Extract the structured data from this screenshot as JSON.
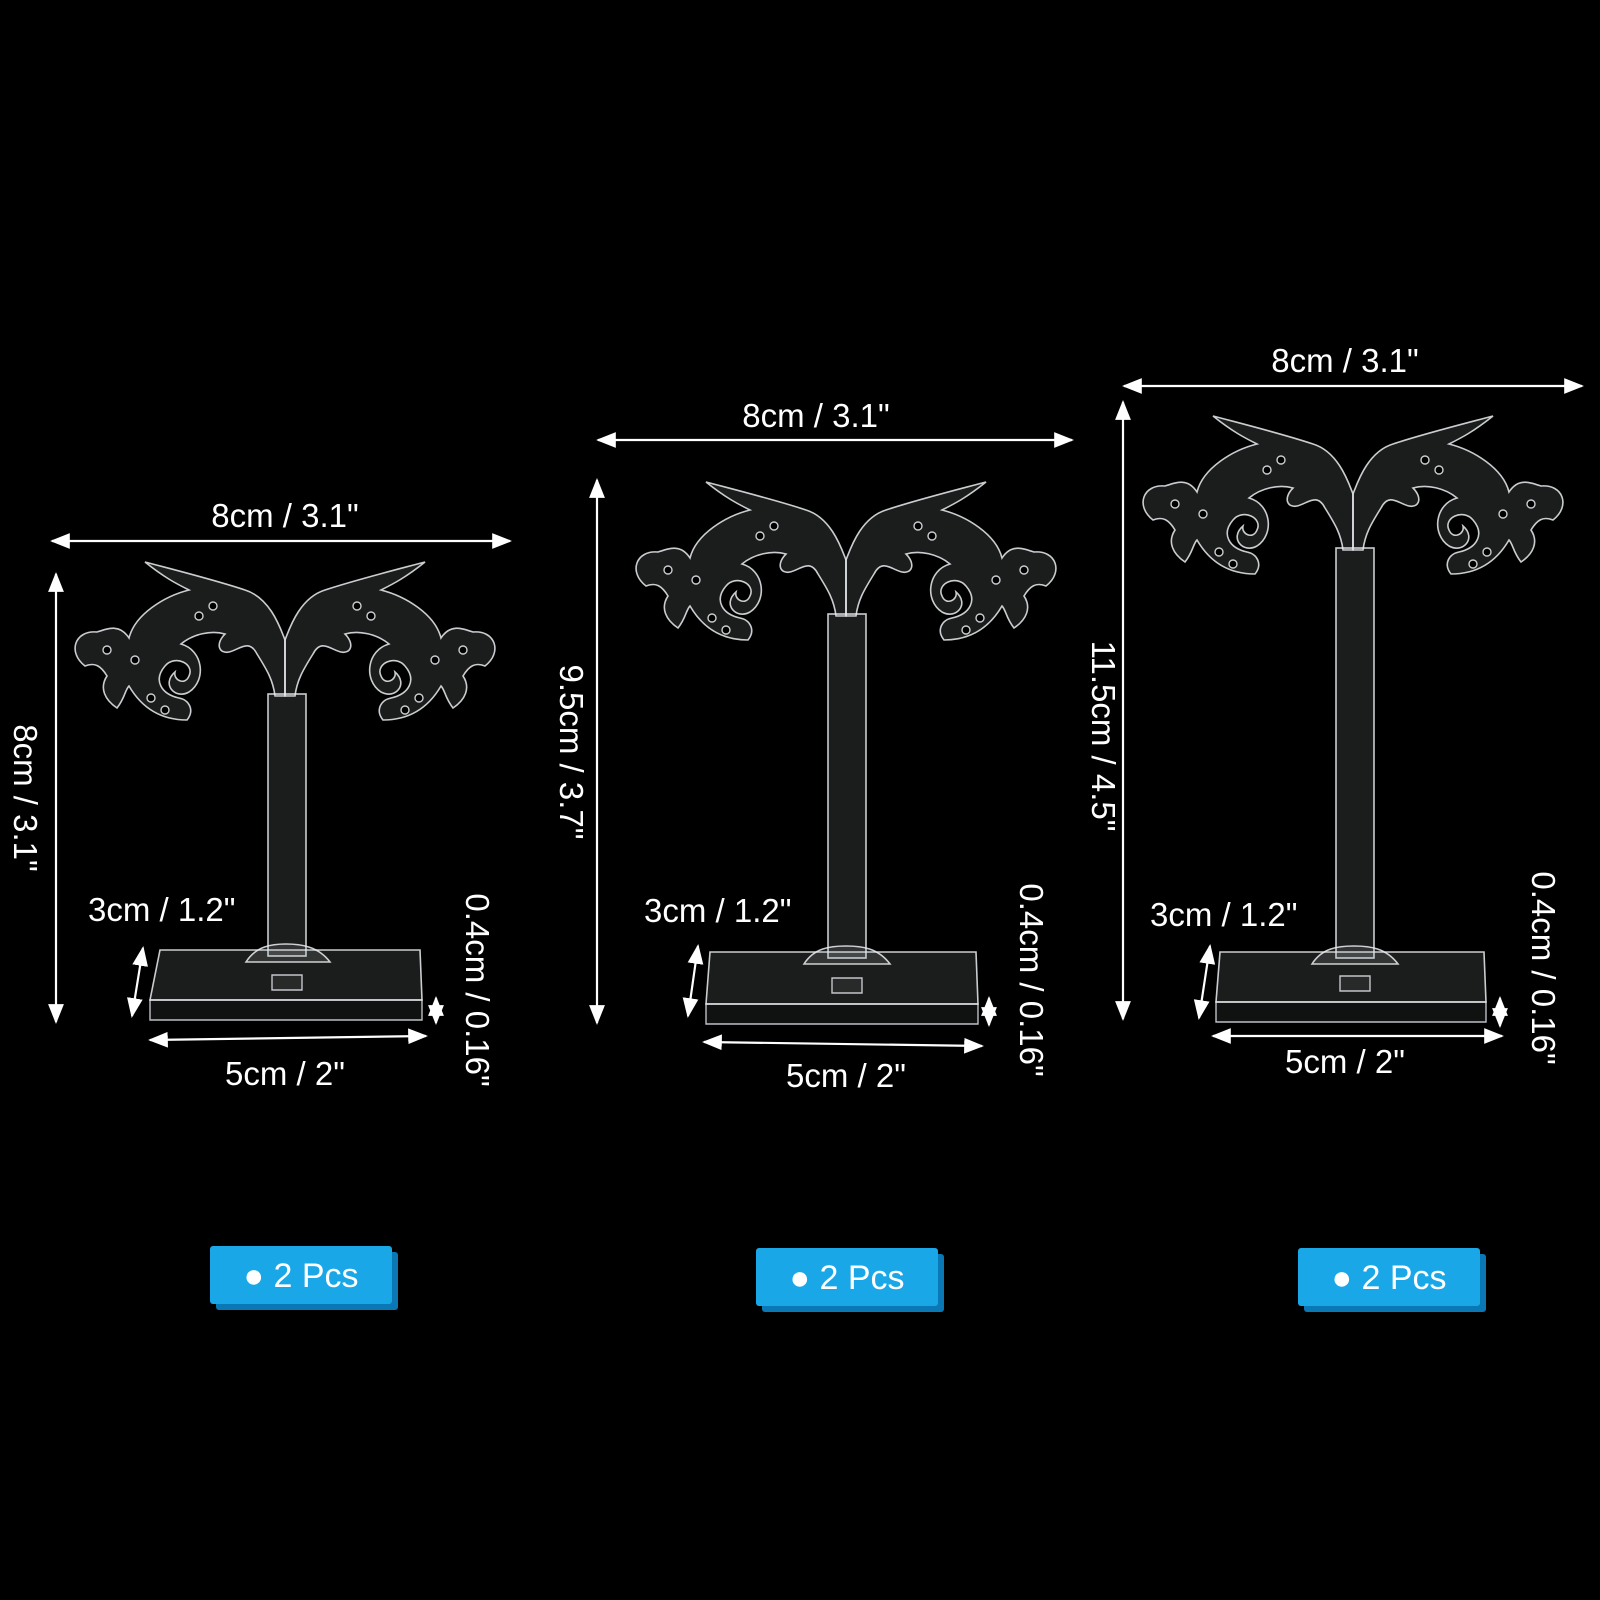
{
  "stands": [
    {
      "width_label": "8cm / 3.1\"",
      "height_label": "8cm / 3.1\"",
      "depth_label": "3cm / 1.2\"",
      "thickness_label": "0.4cm / 0.16\"",
      "base_width_label": "5cm / 2\"",
      "quantity_label": "● 2 Pcs"
    },
    {
      "width_label": "8cm / 3.1\"",
      "height_label": "9.5cm / 3.7\"",
      "depth_label": "3cm / 1.2\"",
      "thickness_label": "0.4cm / 0.16\"",
      "base_width_label": "5cm / 2\"",
      "quantity_label": "● 2 Pcs"
    },
    {
      "width_label": "8cm / 3.1\"",
      "height_label": "11.5cm / 4.5\"",
      "depth_label": "3cm / 1.2\"",
      "thickness_label": "0.4cm / 0.16\"",
      "base_width_label": "5cm / 2\"",
      "quantity_label": "● 2 Pcs"
    }
  ],
  "colors": {
    "background": "#000000",
    "text": "#ffffff",
    "badge_fill": "#1aa7e8",
    "badge_shadow": "#0a78b4"
  }
}
